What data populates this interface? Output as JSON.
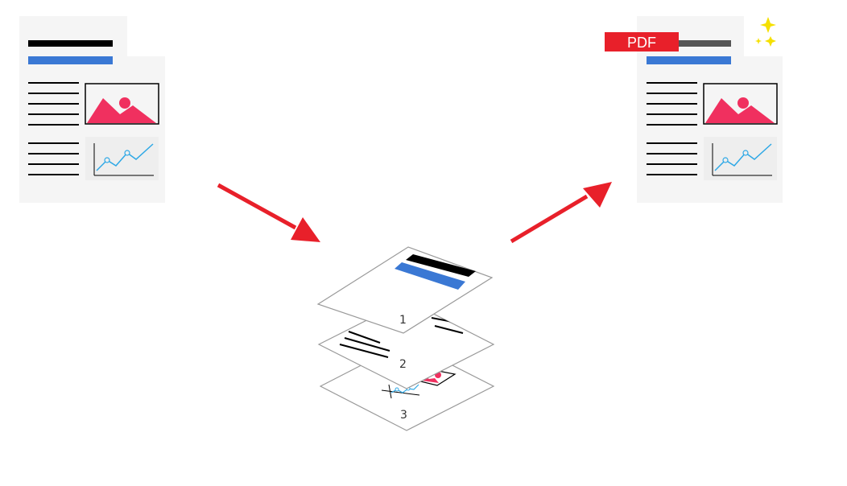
{
  "colors": {
    "doc_background": "#f5f5f5",
    "text_line": "#000000",
    "title_bar": "#000000",
    "title_bar_converted": "#555555",
    "subtitle_bar": "#3a78d4",
    "image_mountain": "#f0305f",
    "chart_line": "#2ea8e6",
    "arrow": "#e8202a",
    "pdf_badge": "#e8202a",
    "pdf_text": "#ffffff",
    "sparkle": "#f5e000",
    "layer_stroke": "#999999",
    "layer_number": "#333333"
  },
  "source_document": {
    "icons": [
      "image-icon",
      "line-chart-icon"
    ]
  },
  "layers": [
    {
      "number": "1",
      "content": "title-bars"
    },
    {
      "number": "2",
      "content": "text-lines"
    },
    {
      "number": "3",
      "content": "image-and-chart"
    }
  ],
  "output_document": {
    "badge_text": "PDF",
    "icons": [
      "image-icon",
      "line-chart-icon",
      "sparkle-icon"
    ]
  },
  "arrows": [
    {
      "from": "source_document",
      "to": "layers"
    },
    {
      "from": "layers",
      "to": "output_document"
    }
  ]
}
